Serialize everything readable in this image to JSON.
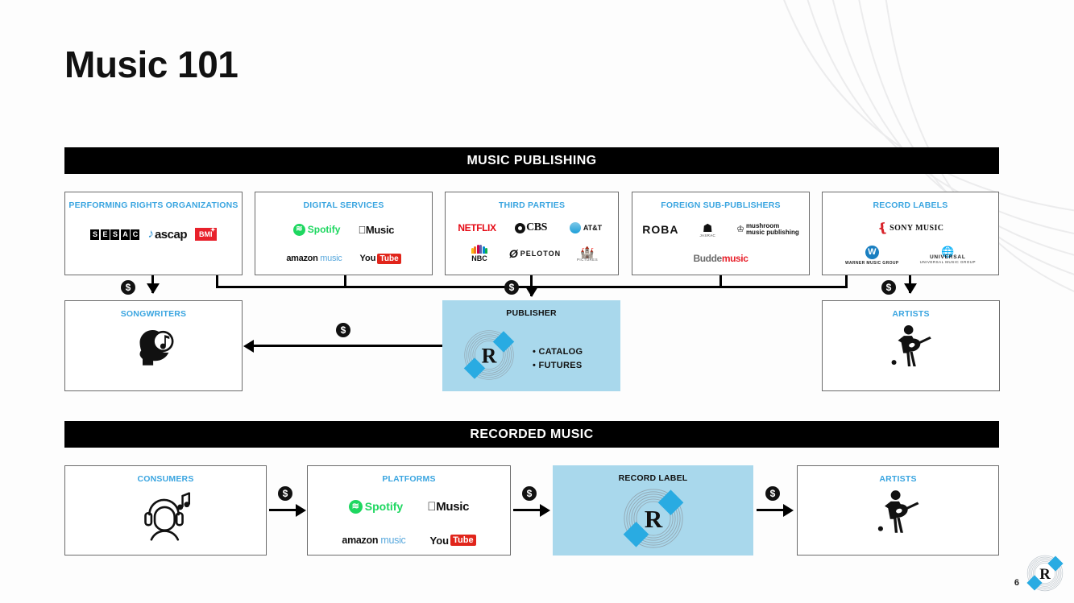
{
  "slide": {
    "title": "Music 101",
    "page_number": "6",
    "accent_blue": "#3aa5e0",
    "panel_blue": "#a9d8ec",
    "banner_bg": "#000000"
  },
  "sections": [
    {
      "id": "music-publishing",
      "label": "MUSIC PUBLISHING"
    },
    {
      "id": "recorded-music",
      "label": "RECORDED MUSIC"
    }
  ],
  "publishing": {
    "sources": [
      {
        "title": "PERFORMING RIGHTS ORGANIZATIONS",
        "logos": [
          "SESAC",
          "ascap",
          "BMI"
        ]
      },
      {
        "title": "DIGITAL SERVICES",
        "logos": [
          "Spotify",
          "Music",
          "amazon music",
          "YouTube"
        ]
      },
      {
        "title": "THIRD PARTIES",
        "logos": [
          "NETFLIX",
          "CBS",
          "AT&T",
          "NBC",
          "PELOTON",
          "Disney"
        ]
      },
      {
        "title": "FOREIGN SUB-PUBLISHERS",
        "logos": [
          "ROBA",
          "JASRAC",
          "mushroom music publishing",
          "Budde music"
        ]
      },
      {
        "title": "RECORD LABELS",
        "logos": [
          "SONY MUSIC",
          "WARNER MUSIC GROUP",
          "UNIVERSAL MUSIC GROUP"
        ]
      }
    ],
    "targets": {
      "songwriters": {
        "title": "SONGWRITERS",
        "icon": "head-music-note-icon"
      },
      "publisher": {
        "title": "PUBLISHER",
        "icon": "round-hill-r-logo",
        "bullets": [
          "CATALOG",
          "FUTURES"
        ]
      },
      "artists": {
        "title": "ARTISTS",
        "icon": "guitarist-icon"
      }
    },
    "money_symbol": "$"
  },
  "recorded": {
    "flow": [
      {
        "title": "CONSUMERS",
        "icon": "headphones-listener-icon",
        "logos": []
      },
      {
        "title": "PLATFORMS",
        "icon": "",
        "logos": [
          "Spotify",
          "Music",
          "amazon music",
          "YouTube"
        ]
      },
      {
        "title": "RECORD LABEL",
        "icon": "round-hill-r-logo",
        "logos": []
      },
      {
        "title": "ARTISTS",
        "icon": "guitarist-icon",
        "logos": []
      }
    ],
    "money_symbol": "$"
  },
  "brands": {
    "sesac": [
      "S",
      "E",
      "S",
      "A",
      "C"
    ],
    "ascap": "ascap",
    "bmi": "BMI",
    "spotify": "Spotify",
    "apple_music": "Music",
    "amazon_prefix": "amazon",
    "amazon_suffix": "music",
    "youtube_you": "You",
    "youtube_tube": "Tube",
    "netflix": "NETFLIX",
    "cbs": "CBS",
    "att": "AT&T",
    "nbc": "NBC",
    "peloton": "PELOTON",
    "disney_sub": "PICTURES",
    "roba": "ROBA",
    "jasrac": "JASRAC",
    "mushroom_l1": "mushroom",
    "mushroom_l2": "music publishing",
    "budde_a": "Budde",
    "budde_b": "music",
    "sony": "SONY MUSIC",
    "warner": "WARNER MUSIC GROUP",
    "universal_top": "UNIVERSAL",
    "universal_bottom": "UNIVERSAL MUSIC GROUP"
  }
}
